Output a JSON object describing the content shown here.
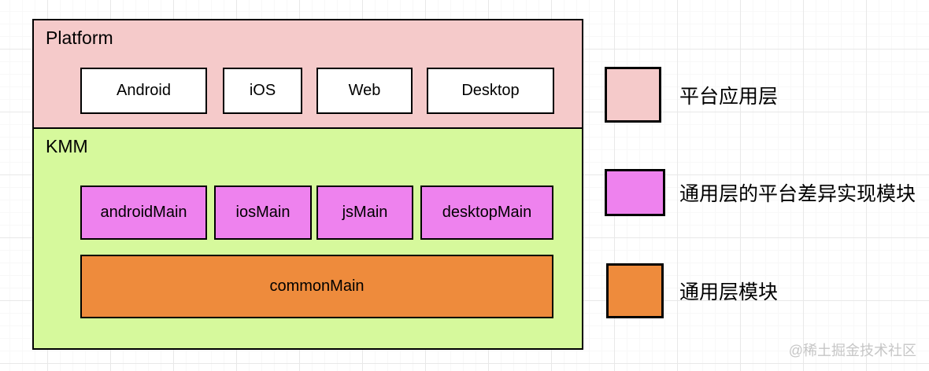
{
  "diagram": {
    "platform": {
      "label": "Platform",
      "items": [
        "Android",
        "iOS",
        "Web",
        "Desktop"
      ]
    },
    "kmm": {
      "label": "KMM",
      "items": [
        "androidMain",
        "iosMain",
        "jsMain",
        "desktopMain"
      ],
      "common": "commonMain"
    }
  },
  "legend": {
    "items": [
      {
        "label": "平台应用层",
        "color": "#f5caca"
      },
      {
        "label": "通用层的平台差异实现模块",
        "color": "#ee82ee"
      },
      {
        "label": "通用层模块",
        "color": "#ee8b3c"
      }
    ]
  },
  "colors": {
    "platform_bg": "#f5caca",
    "kmm_bg": "#d6f99c",
    "variant_bg": "#ee82ee",
    "common_bg": "#ee8b3c",
    "node_bg": "#ffffff",
    "border": "#000000",
    "grid": "#e8e8e8",
    "watermark": "#c6c6c6"
  },
  "watermark": {
    "text": "@稀土掘金技术社区"
  }
}
